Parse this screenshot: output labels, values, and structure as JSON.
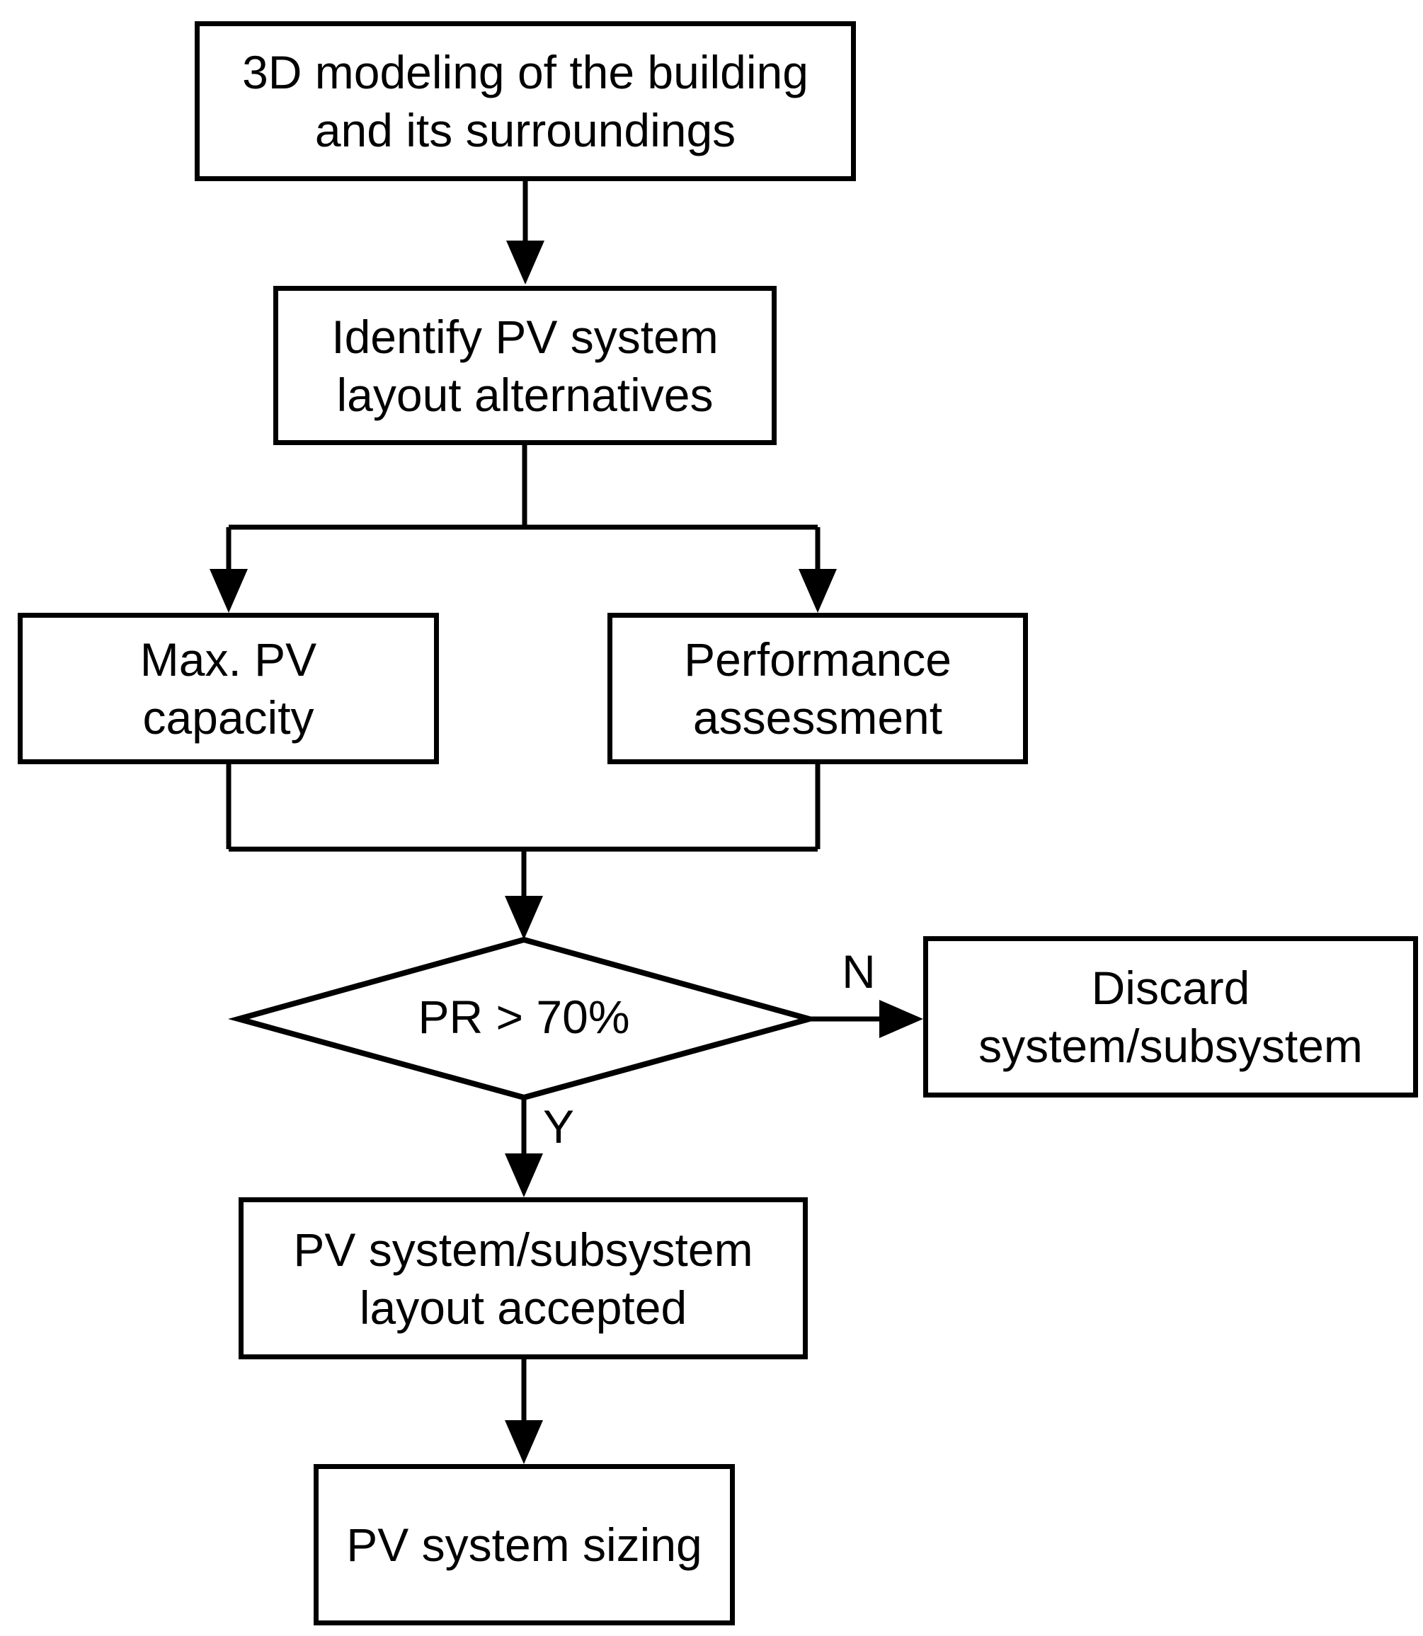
{
  "canvas": {
    "background_color": "#ffffff",
    "line_color": "#000000",
    "text_color": "#000000"
  },
  "flowchart": {
    "nodes": {
      "modeling": {
        "line1": "3D modeling of the building",
        "line2": "and its surroundings"
      },
      "identify": {
        "line1": "Identify PV system",
        "line2": "layout alternatives"
      },
      "max_capacity": {
        "line1": "Max. PV",
        "line2": "capacity"
      },
      "performance": {
        "line1": "Performance",
        "line2": "assessment"
      },
      "decision": {
        "label": "PR > 70%"
      },
      "discard": {
        "line1": "Discard",
        "line2": "system/subsystem"
      },
      "accepted": {
        "line1": "PV system/subsystem",
        "line2": "layout accepted"
      },
      "sizing": {
        "label": "PV system sizing"
      }
    },
    "edge_labels": {
      "yes": "Y",
      "no": "N"
    }
  }
}
